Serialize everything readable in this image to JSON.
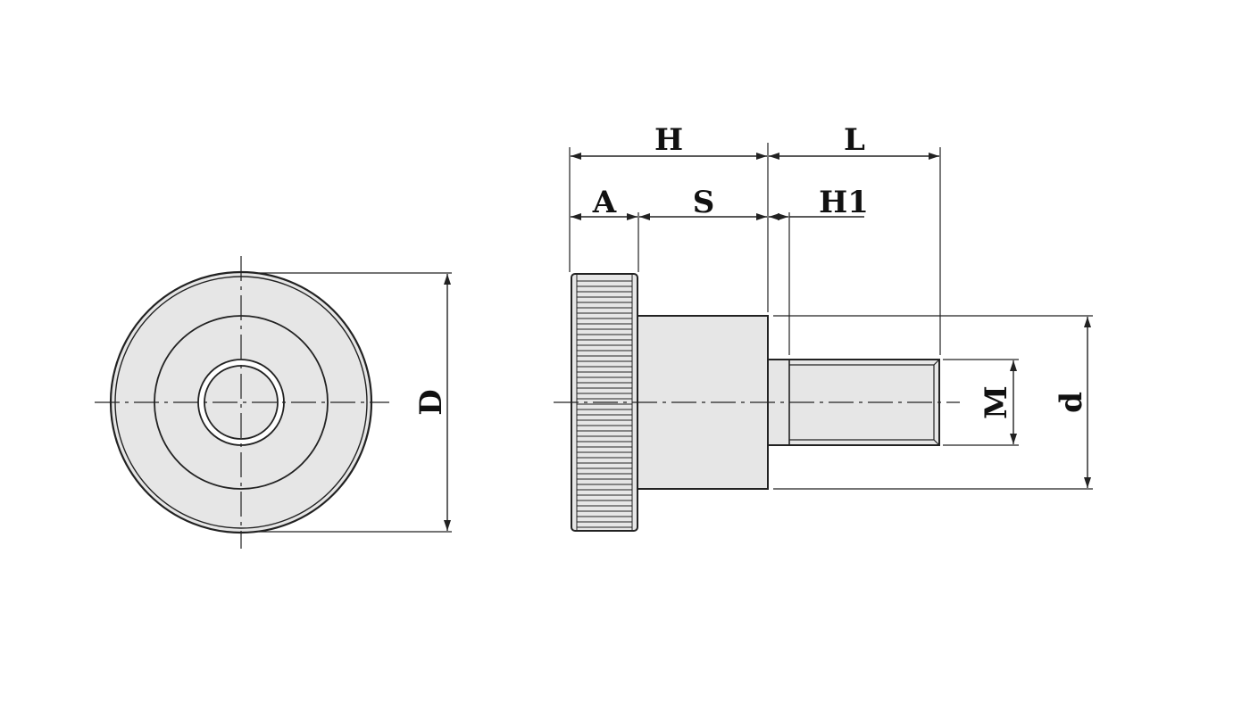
{
  "colors": {
    "background": "#ffffff",
    "fill": "#e6e6e6",
    "stroke": "#222222"
  },
  "labels": {
    "H": "H",
    "L": "L",
    "A": "A",
    "S": "S",
    "H1": "H1",
    "D": "D",
    "M": "M",
    "d": "d"
  }
}
